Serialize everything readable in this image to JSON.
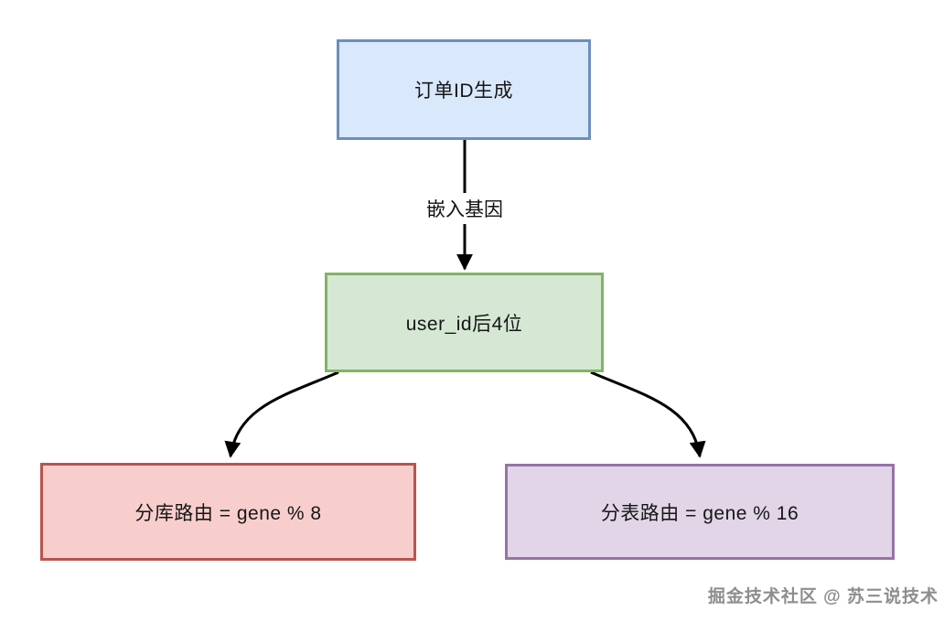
{
  "diagram": {
    "nodes": {
      "order_id": {
        "label": "订单ID生成"
      },
      "user_id": {
        "label": "user_id后4位"
      },
      "db_route": {
        "label": "分库路由 = gene % 8"
      },
      "table_route": {
        "label": "分表路由 = gene % 16"
      }
    },
    "edges": {
      "embed_gene_label": "嵌入基因"
    },
    "colors": {
      "order_id_fill": "#dae8fc",
      "order_id_border": "#6c8ebf",
      "user_id_fill": "#d5e8d4",
      "user_id_border": "#82b366",
      "db_route_fill": "#f8cecc",
      "db_route_border": "#b85450",
      "table_route_fill": "#e1d5e7",
      "table_route_border": "#9673a6",
      "arrow": "#000000"
    }
  },
  "watermark": {
    "text": "掘金技术社区 @ 苏三说技术"
  }
}
